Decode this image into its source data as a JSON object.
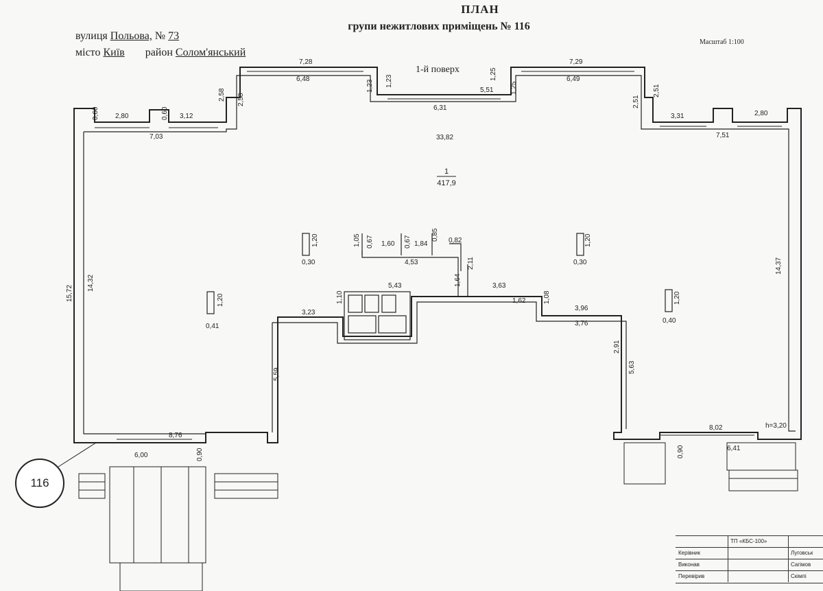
{
  "title": "ПЛАН",
  "subtitle": "групи нежитлових приміщень № 116",
  "address": {
    "street_prefix": "вулиця",
    "street": "Польова,",
    "number_prefix": "№",
    "number": "73",
    "city_prefix": "місто",
    "city": "Київ",
    "district_prefix": "район",
    "district": "Солом'янський"
  },
  "scale": "Масштаб 1:100",
  "floor": "1-й поверх",
  "room": {
    "number": "1",
    "area": "417,9"
  },
  "group_number": "116",
  "dimensions": {
    "d728": "7,28",
    "d648": "6,48",
    "d258a": "2,58",
    "d258b": "2,58",
    "d123a": "1,23",
    "d123b": "1,23",
    "d125a": "1,25",
    "d125b": "1,25",
    "d551": "5,51",
    "d631": "6,31",
    "d729": "7,29",
    "d649": "6,49",
    "d251a": "2,51",
    "d251b": "2,51",
    "d060a": "0,60",
    "d060b": "0,60",
    "d280a": "2,80",
    "d312": "3,12",
    "d703": "7,03",
    "d331": "3,31",
    "d280b": "2,80",
    "d751": "7,51",
    "d3382": "33,82",
    "d1572": "15,72",
    "d1432": "14,32",
    "d1437": "14,37",
    "d120a": "1,20",
    "d030a": "0,30",
    "d120b": "1,20",
    "d030b": "0,30",
    "d120c": "1,20",
    "d041": "0,41",
    "d120d": "1,20",
    "d040": "0,40",
    "d105": "1,05",
    "d067a": "0,67",
    "d160": "1,60",
    "d067b": "0,67",
    "d184": "1,84",
    "d085": "0,85",
    "d082": "0,82",
    "d453": "4,53",
    "d211": "2,11",
    "d164": "1,64",
    "d543": "5,43",
    "d363": "3,63",
    "d110": "1,10",
    "d162": "1,62",
    "d108": "1,08",
    "d396": "3,96",
    "d376": "3,76",
    "d323": "3,23",
    "d559": "5,59",
    "d291": "2,91",
    "d563": "5,63",
    "d876": "8,76",
    "d600": "6,00",
    "d090a": "0,90",
    "d802": "8,02",
    "d641": "6,41",
    "d090b": "0,90",
    "height": "h=3,20"
  },
  "stamp": {
    "org": "ТП «КБС-100»",
    "rows": [
      {
        "label": "Керівник",
        "name": "Луговськ"
      },
      {
        "label": "Виконав",
        "name": "Сагімов"
      },
      {
        "label": "Перевірив",
        "name": "Скімпі"
      }
    ]
  }
}
